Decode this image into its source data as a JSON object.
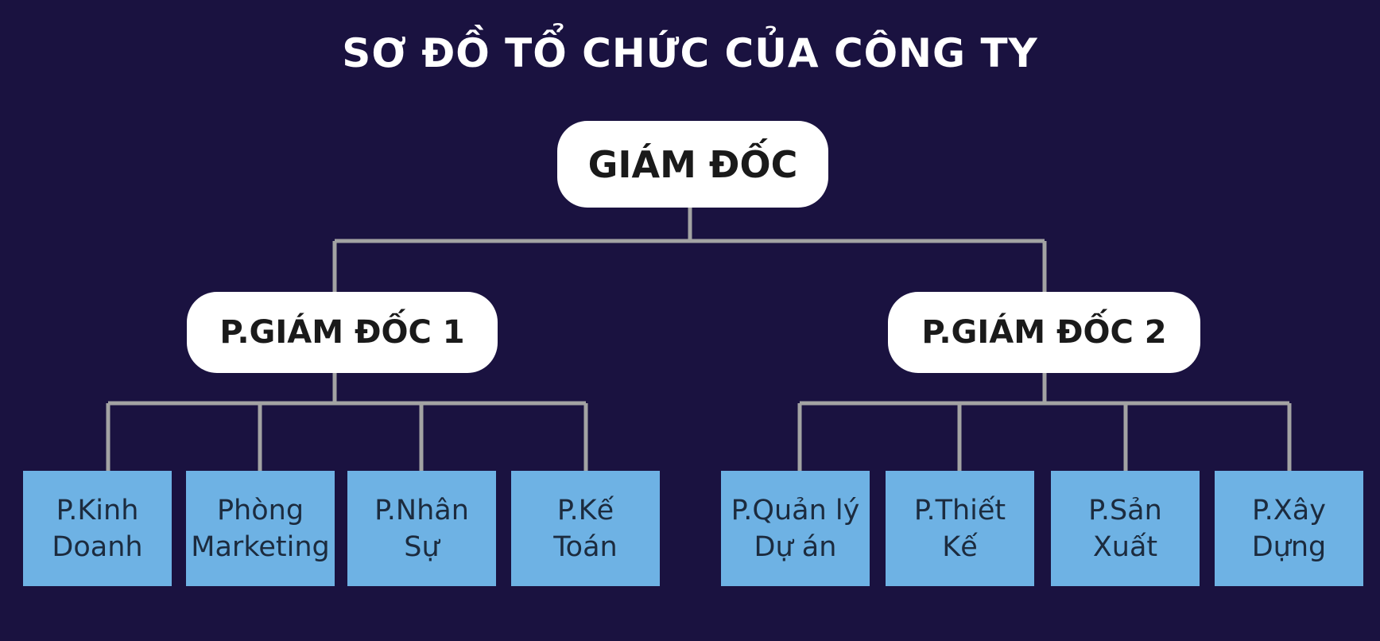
{
  "title": "SƠ ĐỒ TỔ CHỨC CỦA CÔNG TY",
  "colors": {
    "background": "#1a1240",
    "connector": "#a3a3a3",
    "leader_box": "#ffffff",
    "department_box": "#6eb2e4"
  },
  "director": {
    "label": "GIÁM ĐỐC"
  },
  "deputies": [
    {
      "label": "P.GIÁM ĐỐC 1",
      "departments": [
        {
          "line1": "P.Kinh",
          "line2": "Doanh"
        },
        {
          "line1": "Phòng",
          "line2": "Marketing"
        },
        {
          "line1": "P.Nhân",
          "line2": "Sự"
        },
        {
          "line1": "P.Kế",
          "line2": "Toán"
        }
      ]
    },
    {
      "label": "P.GIÁM ĐỐC 2",
      "departments": [
        {
          "line1": "P.Quản lý",
          "line2": "Dự án"
        },
        {
          "line1": "P.Thiết",
          "line2": "Kế"
        },
        {
          "line1": "P.Sản",
          "line2": "Xuất"
        },
        {
          "line1": "P.Xây",
          "line2": "Dựng"
        }
      ]
    }
  ]
}
